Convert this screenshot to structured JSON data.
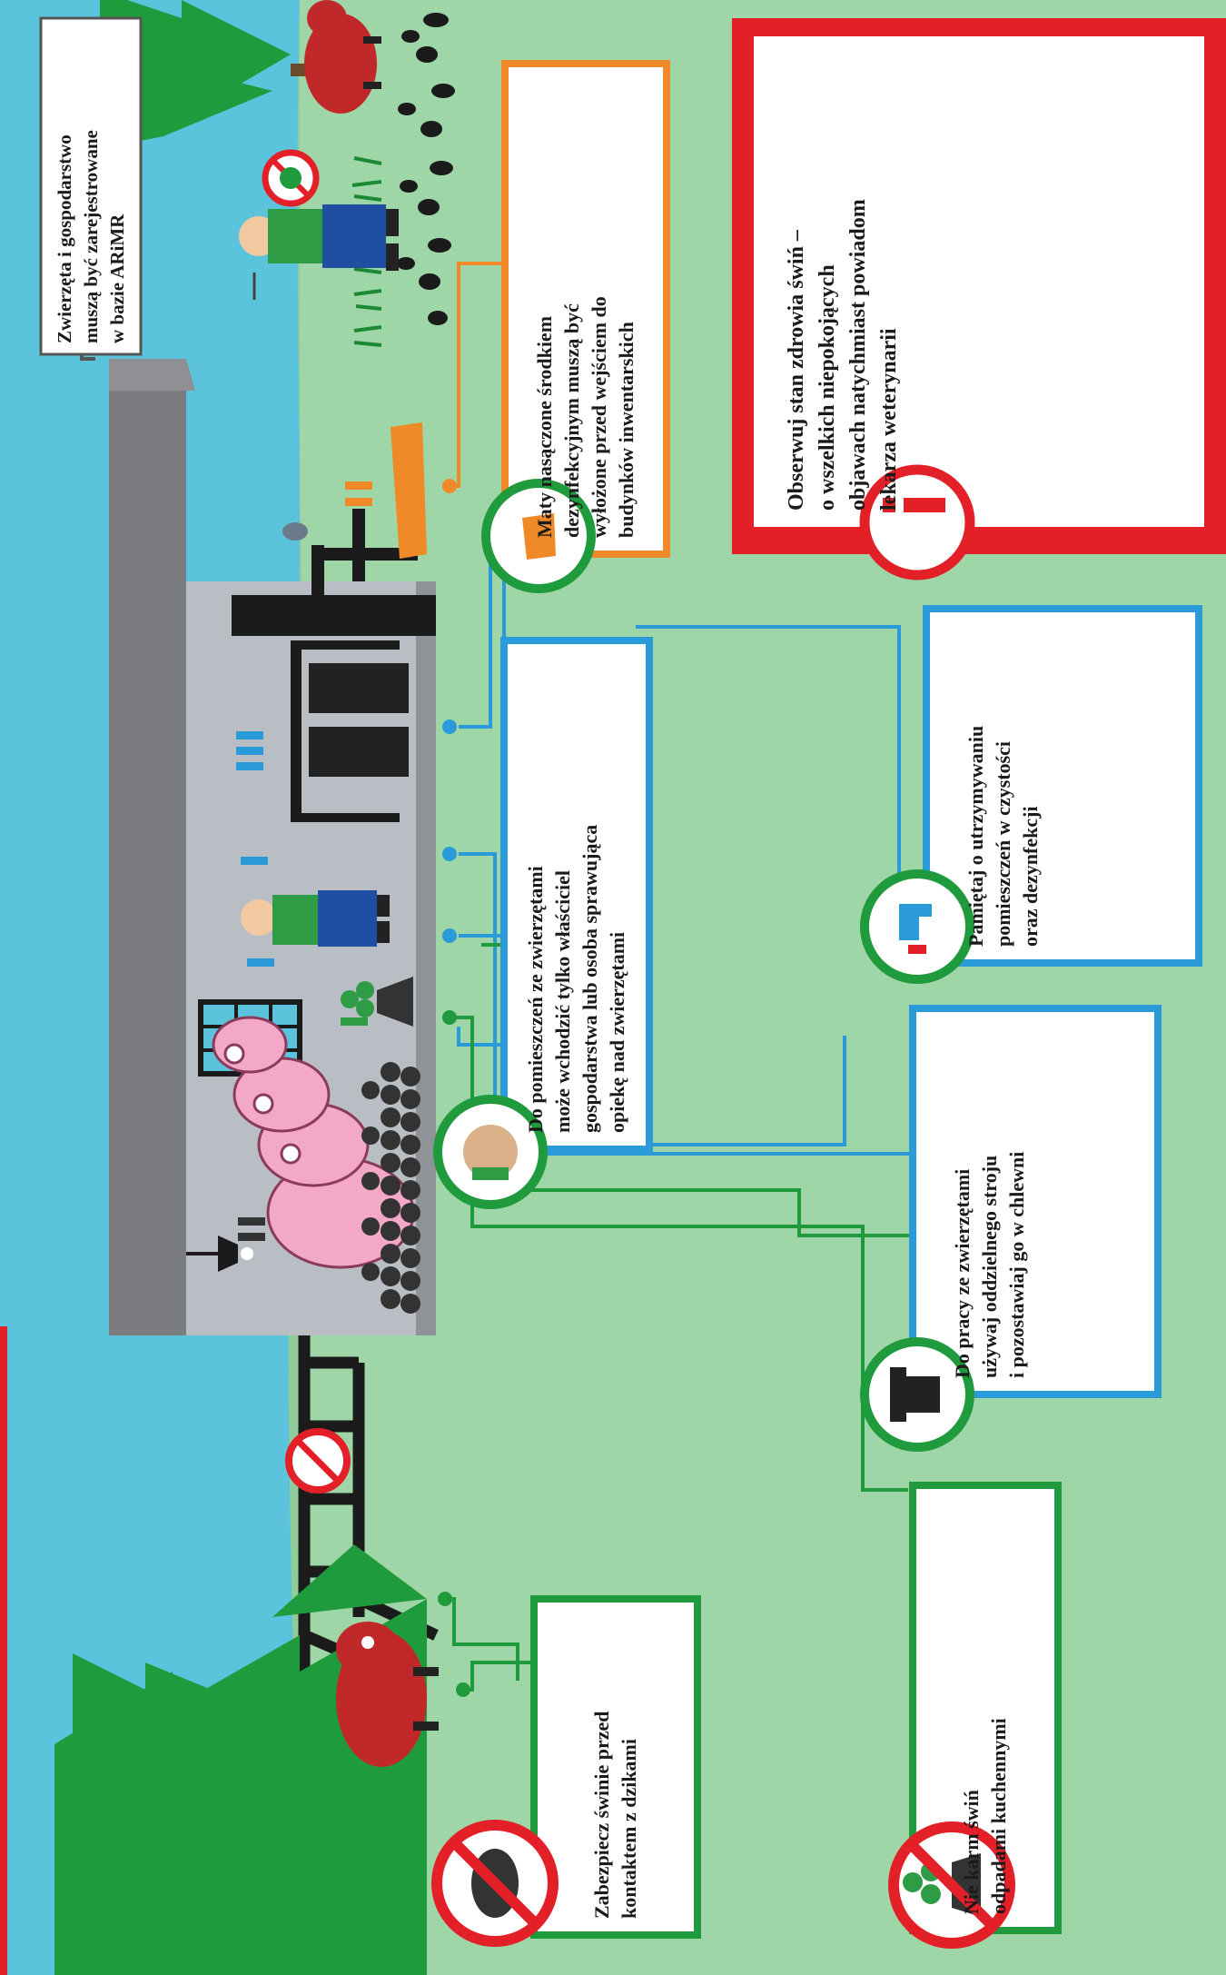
{
  "captions": {
    "registration": "Zwierzęta i gospodarstwo\nmuszą być zarejestrowane\nw bazie ARiMR",
    "mats": "Maty nasączone środkiem\ndezynfekcyjnym muszą być\nwyłożone przed wejściem do\nbudynków inwentarskich",
    "observe": "Obserwuj stan zdrowia świń –\no wszelkich niepokojących\nobjawach natychmiast powiadom\nlekarza weterynarii",
    "entry": "Do pomieszczeń ze zwierzętami\nmoże wchodzić tylko właściciel\ngospodarstwa lub osoba sprawująca\nopiekę nad zwierzętami",
    "clean": "Pamiętaj o utrzymywaniu\npomieszczeń w czystości\noraz dezynfekcji",
    "clothes": "Do pracy ze zwierzętami\nużywaj oddzielnego stroju\ni pozostawiaj go w chlewni",
    "kitchen": "Nie karm świń\nodpadami kuchennymi",
    "boars": "Zabezpiecz świnie przed\nkontaktem z dzikami"
  },
  "colors": {
    "sky": "#5bc4dc",
    "grass": "#9fd6a8",
    "green_accent": "#1f9a3c",
    "blue_accent": "#2a9ad8",
    "orange_accent": "#f08a28",
    "red_accent": "#e32028",
    "barn_wall": "#b8bec4",
    "roof": "#7a7c80"
  },
  "icons": [
    "no-contact-boar-icon",
    "no-kitchen-waste-icon",
    "work-clothes-icon",
    "boot-disinfection-icon",
    "farmer-head-icon",
    "disinfection-mat-icon",
    "warning-exclamation-icon",
    "no-entry-icon"
  ]
}
